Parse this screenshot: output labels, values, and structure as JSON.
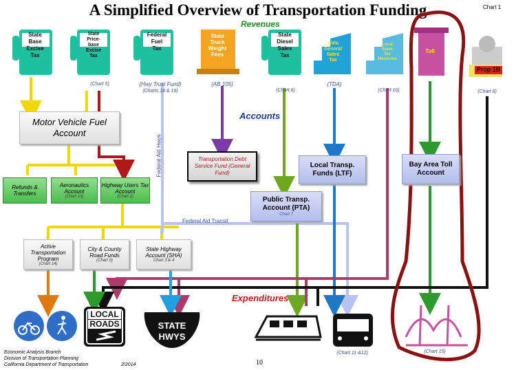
{
  "header": {
    "title": "A Simplified Overview of Transportation Funding",
    "chart_label": "Chart 1"
  },
  "sections": {
    "revenues": "Revenues",
    "accounts": "Accounts",
    "expenditures": "Expenditures"
  },
  "revenues": [
    {
      "label": "State\nBase\nExcise\nTax",
      "ref": ""
    },
    {
      "label": "State\nPrice-\nbase\nExcise\nTax",
      "ref": "(Chart 5)"
    },
    {
      "label": "Federal\nFuel\nTax",
      "ref": "(Hwy Trust Fund)",
      "ref2": "(Charts 18 & 19)"
    },
    {
      "label": "State\nTruck\nWeight\nFees",
      "ref": "(AB 105)"
    },
    {
      "label": "State\nDiesel\nSales\nTax",
      "ref": "(Chart 6)"
    },
    {
      "label": "1/4%\nGeneral\nSales\nTax",
      "ref": "(TDA)"
    },
    {
      "label": "Local\nSales\nTax\nMeasures",
      "ref": "(Chart 10)"
    },
    {
      "label": "Toll",
      "ref": ""
    },
    {
      "label": "Prop 1B",
      "ref": "(Chart 8)"
    }
  ],
  "accounts": {
    "motor_vehicle": "Motor Vehicle Fuel Account",
    "refunds": "Refunds & Transfers",
    "aeronautics": "Aeronautics Account",
    "aeronautics_ref": "(Chart 13)",
    "highway_users": "Highway Users Tax Account",
    "highway_users_ref": "(Chart 2)",
    "debt_service": "Transportation Debt Service Fund (General Fund)",
    "ltf": "Local Transp. Funds (LTF)",
    "pta": "Public Transp. Account (PTA)",
    "pta_ref": "Chart 7",
    "bay_area": "Bay Area Toll Account",
    "active": "Active Transportation Program",
    "active_ref": "(Chart 14)",
    "city_county": "City & County Road Funds",
    "city_county_ref": "(Chart 9)",
    "sha": "State Highway Account (SHA)",
    "sha_ref": "Chart 3 & 4"
  },
  "flow_labels": {
    "federal_aid_hwys": "Federal Aid Hwys",
    "federal_aid_transit": "Federal Aid Transit"
  },
  "expenditures": {
    "local_roads_line1": "LOCAL",
    "local_roads_line2": "ROADS",
    "state_hwys_line1": "STATE",
    "state_hwys_line2": "HWYS",
    "transit_ref": "(Chart 11 &12)",
    "bridge_ref": "(Chart 15)"
  },
  "footer": {
    "line1": "Economic Analysis Branch",
    "line2": "Division of Transportation Planning",
    "line3": "California Department of Transportation",
    "date": "2/2014",
    "page": "10"
  },
  "colors": {
    "excise": "#f0d800",
    "price_base": "#b01818",
    "federal": "#b8c4f0",
    "truck": "#7a3aa8",
    "diesel": "#6ea820",
    "sales_tax": "#1e78c8",
    "local_sales": "#b0386a",
    "toll": "#2e9a2e",
    "prop1b": "#111111",
    "highlight": "#8c1010"
  }
}
